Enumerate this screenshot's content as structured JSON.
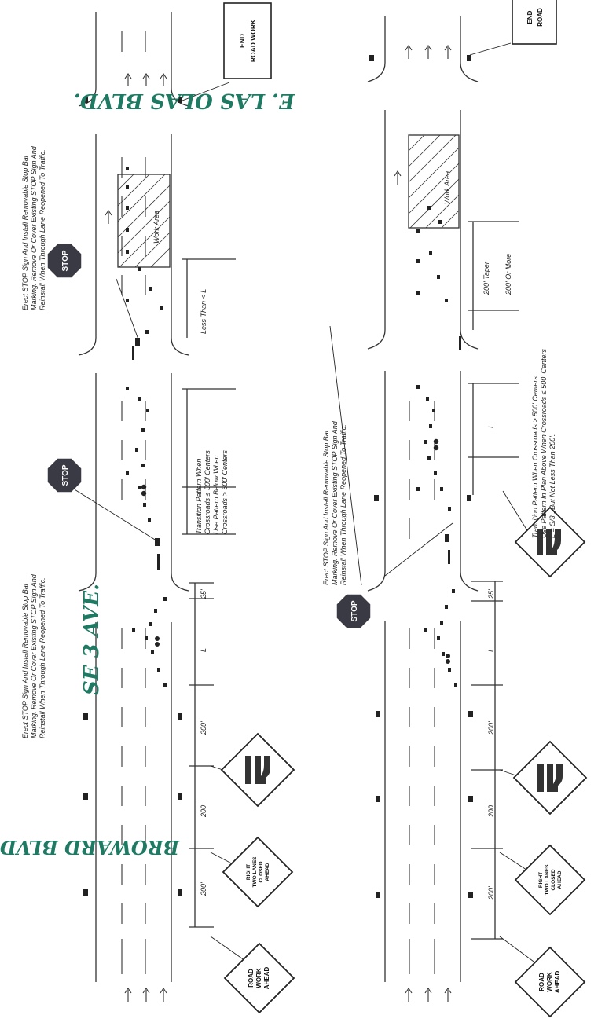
{
  "handwritten": {
    "street_e_las_olas": "E. LAS OLAS BLVD.",
    "street_se_3_ave": "SE 3 AVE.",
    "street_broward": "BROWARD BLVD."
  },
  "top_panel": {
    "note_stop_right": [
      "Erect STOP Sign And Install Removable Stop Bar",
      "Marking. Remove Or Cover Existing STOP Sign And",
      "Reinstall When Through Lane Reopened To Traffic."
    ],
    "note_stop_left": [
      "Erect STOP Sign And Install Removable Stop Bar",
      "Marking. Remove Or Cover Existing STOP Sign And",
      "Reinstall When Through Lane Reopened To Traffic."
    ],
    "stop_sign_label": "STOP",
    "end_sign": [
      "END",
      "ROAD WORK"
    ],
    "work_area": "Work Area",
    "less_than_l": "Less Than < L",
    "transition_note": [
      "Transition Pattern When",
      "Crossroads ≤ 500' Centers",
      "Use Pattern Below When",
      "Crossroads > 500' Centers"
    ],
    "dim_25": "25'",
    "dim_l": "L",
    "dim_200a": "200'",
    "dim_200b": "200'",
    "dim_200c": "200'",
    "sign_right_two_lanes": [
      "RIGHT",
      "TWO LANES",
      "CLOSED",
      "AHEAD"
    ],
    "sign_road_work": [
      "ROAD",
      "WORK",
      "AHEAD"
    ]
  },
  "bottom_panel": {
    "note_stop": [
      "Erect STOP Sign And Install Removable Stop Bar",
      "Marking. Remove Or Cover Existing STOP Sign And",
      "Reinstall When Through Lane Reopened To Traffic."
    ],
    "stop_sign_label": "STOP",
    "end_sign": [
      "END",
      "ROAD"
    ],
    "work_area": "Work Area",
    "taper_200": "200' Taper",
    "more_200": "200' Or More",
    "transition_note": [
      "Transition Pattern When Crossroads > 500' Centers",
      "Use Pattern In Plan Above When Crossroads ≤ 500' Centers",
      "L = S/3 , But Not Less Than 200'."
    ],
    "dim_25": "25'",
    "dim_l_upper": "L",
    "dim_l_lower": "L",
    "dim_200a": "200'",
    "dim_200b": "200'",
    "dim_200c": "200'",
    "sign_right_two_lanes": [
      "RIGHT",
      "TWO LANES",
      "CLOSED",
      "AHEAD"
    ],
    "sign_road_work": [
      "ROAD",
      "WORK",
      "AHEAD"
    ]
  },
  "colors": {
    "ink": "#222222",
    "handwriting": "#1e7a63",
    "stop_fill": "#3a3a44",
    "sign_fill": "#ffffff"
  }
}
